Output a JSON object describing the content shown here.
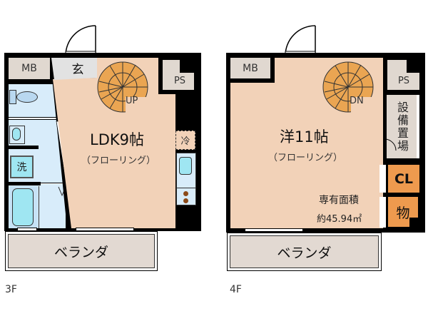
{
  "colors": {
    "wall": "#000000",
    "floor_room": "#f2d2b8",
    "wet_area": "#d8ecfa",
    "fixture": "#9fe6f2",
    "storage": "#e0d8d0",
    "stair": "#eaa552",
    "closet_orange": "#ee9a4e",
    "balcony": "#e2d9d2"
  },
  "floors": [
    {
      "id": "3F",
      "floor_label": "3F",
      "rooms": {
        "mb": "MB",
        "entrance": "玄",
        "ps": "PS",
        "main_room": "LDK9帖",
        "main_room_sub": "（フローリング）",
        "washer": "洗",
        "fridge": "冷",
        "stair": "UP",
        "balcony": "ベランダ"
      }
    },
    {
      "id": "4F",
      "floor_label": "4F",
      "rooms": {
        "mb": "MB",
        "ps": "PS",
        "main_room": "洋11帖",
        "main_room_sub": "（フローリング）",
        "equipment": "設備置場",
        "closet": "CL",
        "storage": "物",
        "stair": "DN",
        "balcony": "ベランダ"
      },
      "area_label": "専有面積",
      "area_value": "約45.94㎡"
    }
  ]
}
